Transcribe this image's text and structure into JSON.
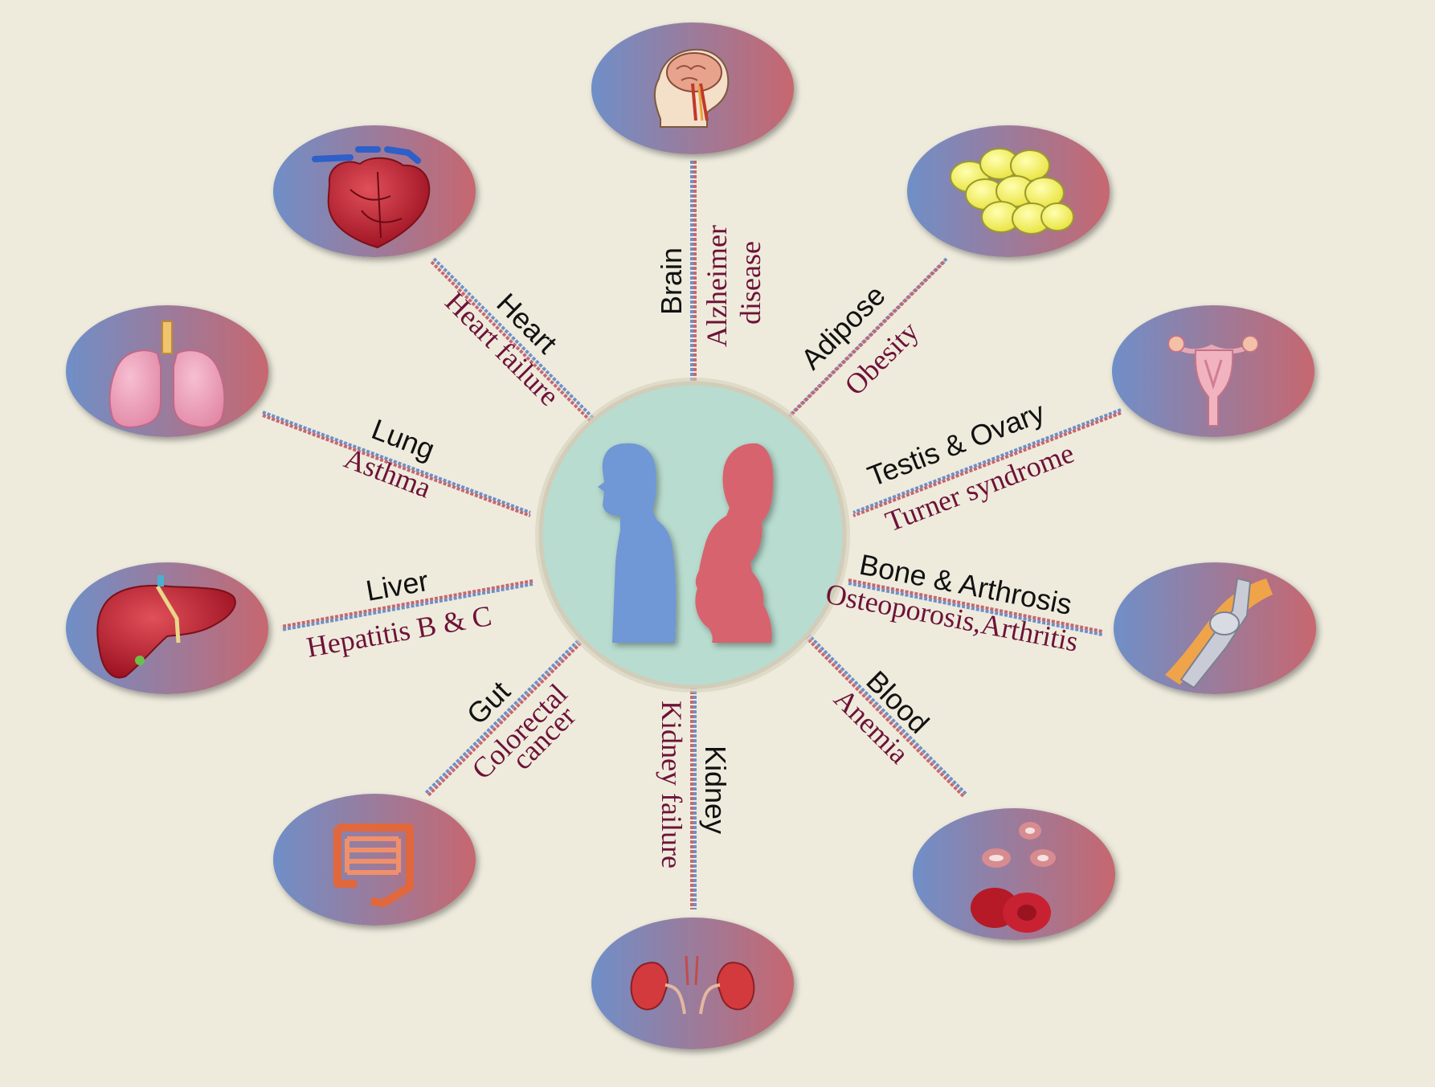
{
  "colors": {
    "background": "#eeebdd",
    "blue": "#6f8fc8",
    "red": "#c7676f",
    "disease_text": "#6e1238",
    "organ_text": "#111111",
    "center_fill": "#b8dccf",
    "male_figure": "#6f97d6",
    "female_figure": "#d7646e"
  },
  "spokes": [
    {
      "id": "brain",
      "organ": "Brain",
      "disease_lines": [
        "Alzheimer",
        "disease"
      ],
      "icon": "brain-icon"
    },
    {
      "id": "adipose",
      "organ": "Adipose",
      "disease_lines": [
        "Obesity"
      ],
      "icon": "fat-cells-icon"
    },
    {
      "id": "testis-ovary",
      "organ": "Testis & Ovary",
      "disease_lines": [
        "Turner syndrome"
      ],
      "icon": "uterus-icon"
    },
    {
      "id": "bone",
      "organ": "Bone & Arthrosis",
      "disease_lines": [
        "Osteoporosis,Arthritis"
      ],
      "icon": "knee-joint-icon"
    },
    {
      "id": "blood",
      "organ": "Blood",
      "disease_lines": [
        "Anemia"
      ],
      "icon": "blood-cells-icon"
    },
    {
      "id": "kidney",
      "organ": "Kidney",
      "disease_lines": [
        "Kidney failure"
      ],
      "icon": "kidney-icon"
    },
    {
      "id": "gut",
      "organ": "Gut",
      "disease_lines": [
        "Colorectal",
        "cancer"
      ],
      "icon": "intestine-icon"
    },
    {
      "id": "liver",
      "organ": "Liver",
      "disease_lines": [
        "Hepatitis B & C"
      ],
      "icon": "liver-icon"
    },
    {
      "id": "lung",
      "organ": "Lung",
      "disease_lines": [
        "Asthma"
      ],
      "icon": "lung-icon"
    },
    {
      "id": "heart",
      "organ": "Heart",
      "disease_lines": [
        "Heart failure"
      ],
      "icon": "heart-icon"
    }
  ],
  "center": {
    "icon": "male-female-silhouettes-icon"
  }
}
